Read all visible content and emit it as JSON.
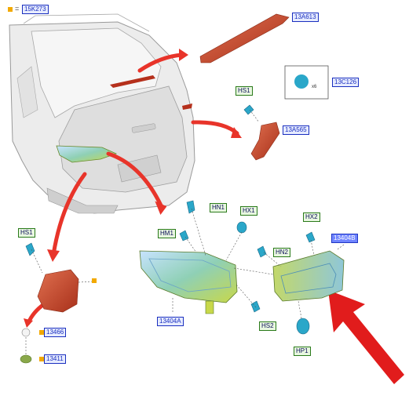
{
  "legend": {
    "symbol": "=",
    "code": "15K273"
  },
  "labels": {
    "top_brake_light": "13A613",
    "clip_pack": "13C126",
    "clip_quantity": "x6",
    "reflector": "13A565",
    "outer_lamp": "13404A",
    "inner_lamp": "13404B",
    "fog_lamp": "13466",
    "socket": "13411",
    "hs1_upper": "HS1",
    "hs1_left": "HS1",
    "hn1": "HN1",
    "hx1": "HX1",
    "hm1": "HM1",
    "hn2": "HN2",
    "hx2": "HX2",
    "hs2": "HS2",
    "hp1": "HP1"
  },
  "colors": {
    "arrow_red": "#e8342a",
    "big_arrow_red": "#e11c1c",
    "part_red": "#c23a1f",
    "lamp_green": "#b7d64f",
    "clip_teal": "#2aa7c9",
    "car_gray": "#e9e9e9"
  }
}
